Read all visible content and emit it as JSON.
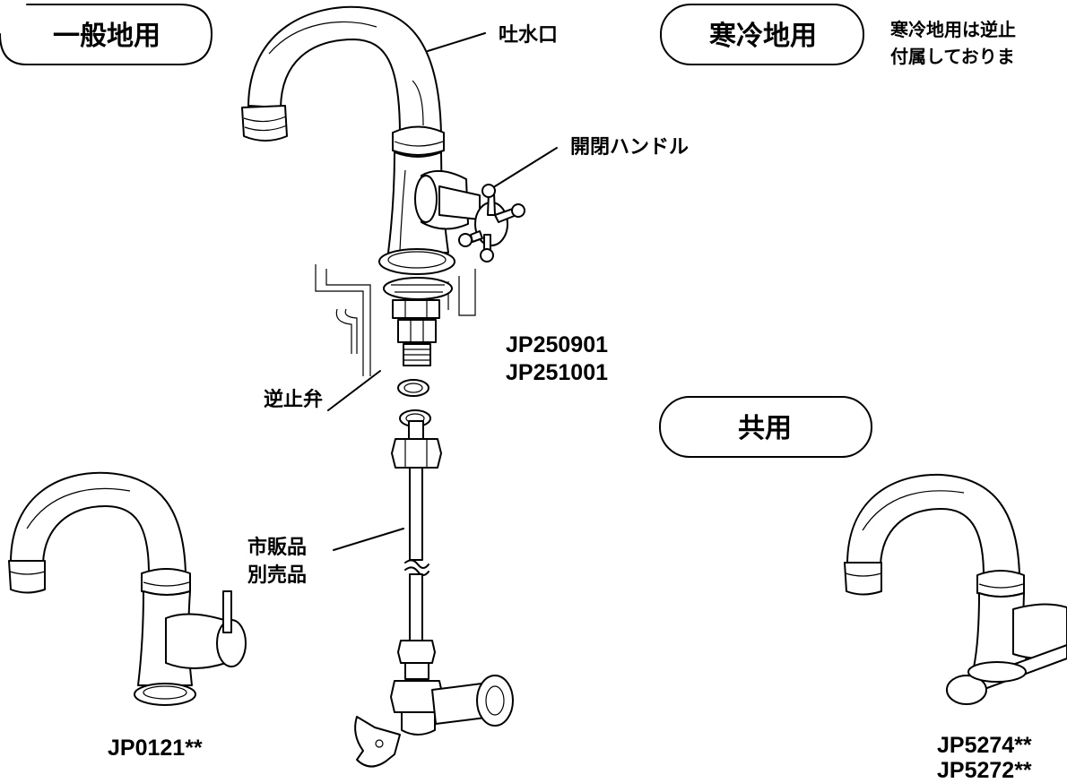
{
  "categories": {
    "general": "一般地用",
    "cold": "寒冷地用",
    "shared": "共用"
  },
  "cold_note": {
    "line1": "寒冷地用は逆止",
    "line2": "付属しておりま"
  },
  "parts": {
    "spout": "吐水口",
    "handle": "開閉ハンドル",
    "check_valve": "逆止弁",
    "hose_line1": "市販品",
    "hose_line2": "別売品"
  },
  "models": {
    "center_1": "JP250901",
    "center_2": "JP251001",
    "left": "JP0121**",
    "right_1": "JP5274**",
    "right_2": "JP5272**"
  }
}
